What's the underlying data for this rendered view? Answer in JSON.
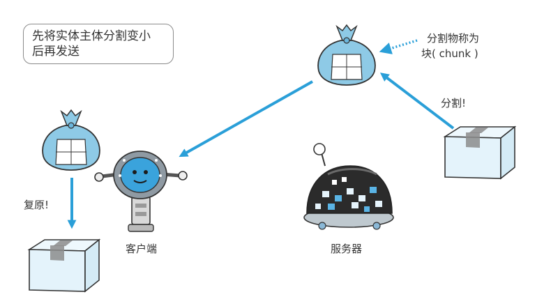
{
  "callout": {
    "line1": "先将实体主体分割变小",
    "line2": "后再发送"
  },
  "labels": {
    "chunk_line1": "分割物称为",
    "chunk_line2": "块( chunk )",
    "split": "分割!",
    "restore": "复原!",
    "client": "客户端",
    "server": "服务器"
  },
  "colors": {
    "arrow": "#2a9fd8",
    "bundle": "#8ecae6",
    "box": "#e4f3fb",
    "tape": "#8c8c8c",
    "robot_face": "#3aa3dc",
    "server_dome": "#2b2b2b"
  }
}
